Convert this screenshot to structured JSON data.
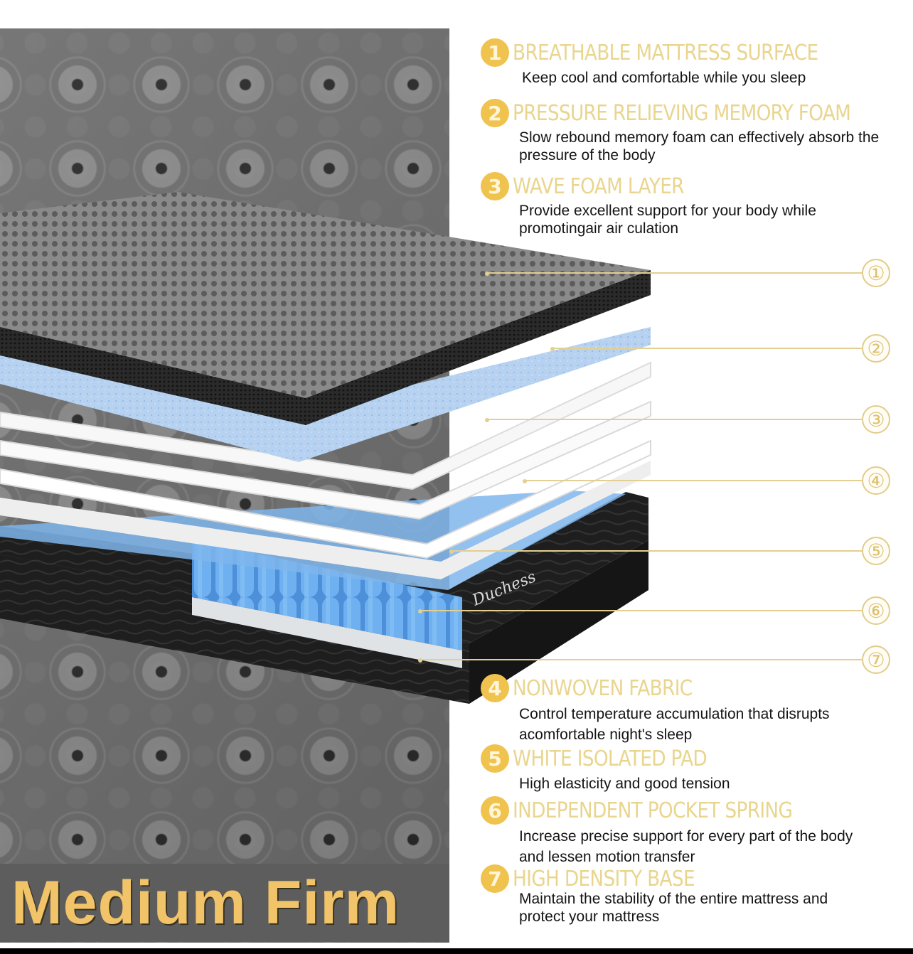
{
  "colors": {
    "heading_gold": "#e9d58e",
    "badge_gold": "#f0c24e",
    "banner_text": "#f2c46a",
    "banner_bg": "#5d5d5d",
    "memory_foam_blue": "#a9c8ec",
    "spring_blue": "#5ea2e8",
    "cover_black": "#1a1a1a"
  },
  "banner": {
    "label": "Medium Firm"
  },
  "brand_label": "Duchess",
  "features": [
    {
      "number": "1",
      "title": "BREATHABLE MATTRESS SURFACE",
      "description": "Keep cool and comfortable while you sleep"
    },
    {
      "number": "2",
      "title": "PRESSURE RELIEVING MEMORY FOAM",
      "description": "Slow rebound memory foam can effectively absorb the pressure of the body"
    },
    {
      "number": "3",
      "title": "WAVE FOAM LAYER",
      "description": "Provide excellent support for your body while promotingair air culation"
    },
    {
      "number": "4",
      "title": "NONWOVEN FABRIC",
      "description": "Control temperature accumulation that disrupts acomfortable night's sleep"
    },
    {
      "number": "5",
      "title": "WHITE ISOLATED PAD",
      "description": "High elasticity and good tension"
    },
    {
      "number": "6",
      "title": "INDEPENDENT POCKET SPRING",
      "description": "Increase precise support for every part of the body and lessen motion transfer"
    },
    {
      "number": "7",
      "title": "HIGH DENSITY BASE",
      "description": "Maintain the stability of the entire mattress and protect your mattress"
    }
  ],
  "callouts": [
    {
      "label": "①"
    },
    {
      "label": "②"
    },
    {
      "label": "③"
    },
    {
      "label": "④"
    },
    {
      "label": "⑤"
    },
    {
      "label": "⑥"
    },
    {
      "label": "⑦"
    }
  ]
}
